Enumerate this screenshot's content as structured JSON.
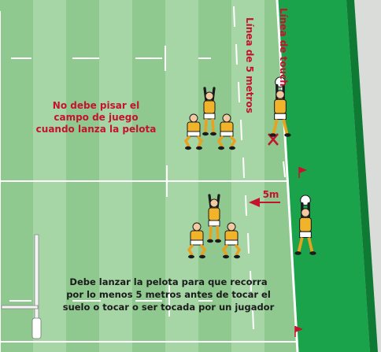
{
  "labels": {
    "touch_line": "Línea de touch",
    "five_m_line": "Línea de 5 metros",
    "no_step_1": "No debe pisar el",
    "no_step_2": "campo de juego",
    "no_step_3": "cuando lanza la pelota",
    "distance": "5m",
    "rule_1": "Debe lanzar la pelota para que recorra",
    "rule_2": "por lo menos 5 metros antes de tocar el",
    "rule_3": "suelo o tocar o ser tocada por un jugador"
  },
  "colors": {
    "field_dark": "#8fc98f",
    "field_light": "#a6d6a6",
    "touch_area": "#1aa34a",
    "touch_edge": "#0e7a33",
    "label_red": "#c4122f",
    "text_dark": "#1b1b1b",
    "line_white": "#ffffff",
    "jersey": "#f0b32a",
    "shorts": "#ffffff",
    "socks": "#e8a21f",
    "outline": "#1b1b1b"
  },
  "players": [
    {
      "role": "lifter-left"
    },
    {
      "role": "jumper"
    },
    {
      "role": "lifter-right"
    },
    {
      "role": "thrower"
    },
    {
      "role": "lifter-left"
    },
    {
      "role": "jumper"
    },
    {
      "role": "lifter-right"
    },
    {
      "role": "thrower"
    }
  ],
  "icons": [
    "red-flag-icon",
    "red-flag-icon",
    "red-x-icon",
    "arrow-left-icon",
    "goal-post-icon"
  ]
}
